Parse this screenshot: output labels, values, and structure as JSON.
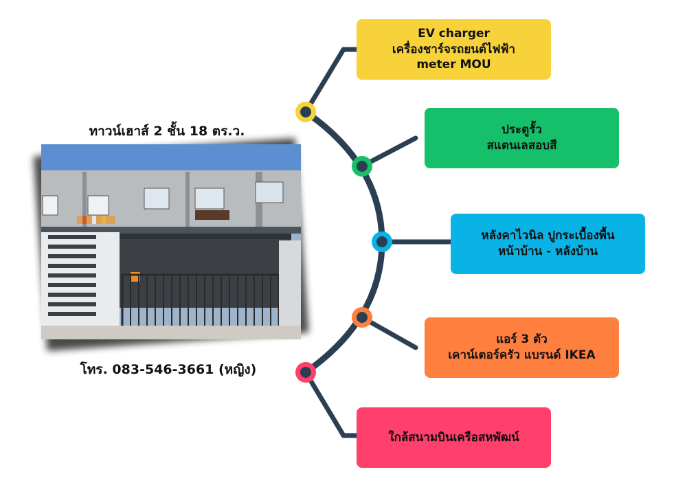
{
  "title": "ทาวน์เฮาส์ 2 ชั้น 18 ตร.ว.",
  "phone": "โทร. 083-546-3661 (หญิง)",
  "colors": {
    "trunk": "#2b3f53",
    "yellow": "#f7d23a",
    "green": "#16c06a",
    "blue": "#0ab3e6",
    "orange": "#ff7f3f",
    "pink": "#ff3f6c"
  },
  "features": [
    {
      "color": "yellow",
      "lines": [
        "EV charger",
        "เครื่องชาร์จรถยนต์ไฟฟ้า",
        "meter MOU"
      ]
    },
    {
      "color": "green",
      "lines": [
        "ประตูรั้ว",
        "สแตนเลสอบสี"
      ]
    },
    {
      "color": "blue",
      "lines": [
        "หลังคาไวนิล ปูกระเบื้องพื้น",
        "หน้าบ้าน - หลังบ้าน"
      ]
    },
    {
      "color": "orange",
      "lines": [
        "แอร์ 3 ตัว",
        "เคาน์เตอร์ครัว แบรนด์ IKEA"
      ]
    },
    {
      "color": "pink",
      "lines": [
        "ใกล้สนามบินเครือสหพัฒน์"
      ]
    }
  ]
}
